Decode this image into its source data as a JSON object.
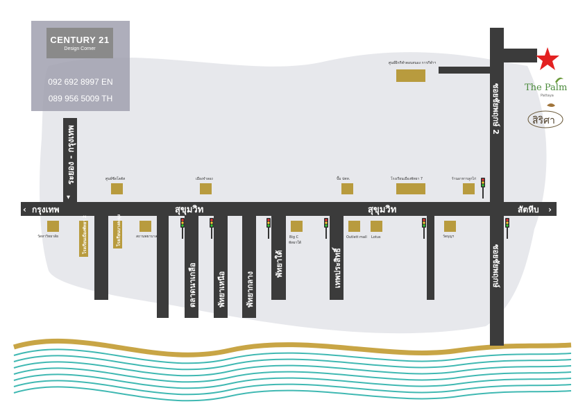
{
  "brand": {
    "name": "CENTURY 21",
    "subtitle": "Design Corner",
    "phone_en": "092 692 8997 EN",
    "phone_th": "089 956 5009 TH"
  },
  "roads": {
    "main_left": "กรุงเทพ",
    "main_center_1": "สุขุมวิท",
    "main_center_2": "สุขุมวิท",
    "main_right": "สัตหีบ",
    "left_vertical": "ระยอง - กรุงเทพ",
    "soi_upper": "ซอยชัยพฤกษ์ 2",
    "soi_lower": "ซอยชัยพฤกษ์",
    "south_1": "ตลาดนาเกลือ",
    "south_2": "พัทยาเหนือ",
    "south_3": "พัทยากลาง",
    "south_4": "พัทยาใต้",
    "south_5": "เทพประสิทธิ์"
  },
  "places": {
    "top_right_label": "ศูนย์ฝึกกีฬาตอบสนอง การกีฬาฯ",
    "north_1": "ศูนย์ซีลโลตัส",
    "north_2": "เมืองจำลอง",
    "north_3": "ปั๊ม ปตท.",
    "north_4": "โรงเรียนเมืองพัทยา 7",
    "north_5": "ร้านอาหารลูกไก่",
    "south_a": "วัดหาวิทยาลัย",
    "south_b": "โรงเรียนเมืองพัทยา 2",
    "south_c": "โรงเรียนบางละมุง",
    "south_d": "สถานพยาบาล",
    "south_e_1": "Big C",
    "south_e_2": "พัทยาใต้",
    "south_f": "Outlett mall",
    "south_g": "Lotus",
    "south_h": "วัดบุญฯ"
  },
  "logos": {
    "project": "The Palm",
    "project_sub": "Pattaya",
    "siri": "สิริศา"
  },
  "colors": {
    "road": "#3b3b3b",
    "plot": "#b89b3e",
    "blob": "#e7e8ec",
    "star": "#e32121",
    "sand": "#c8a545",
    "sea": "#3fb8b2"
  }
}
